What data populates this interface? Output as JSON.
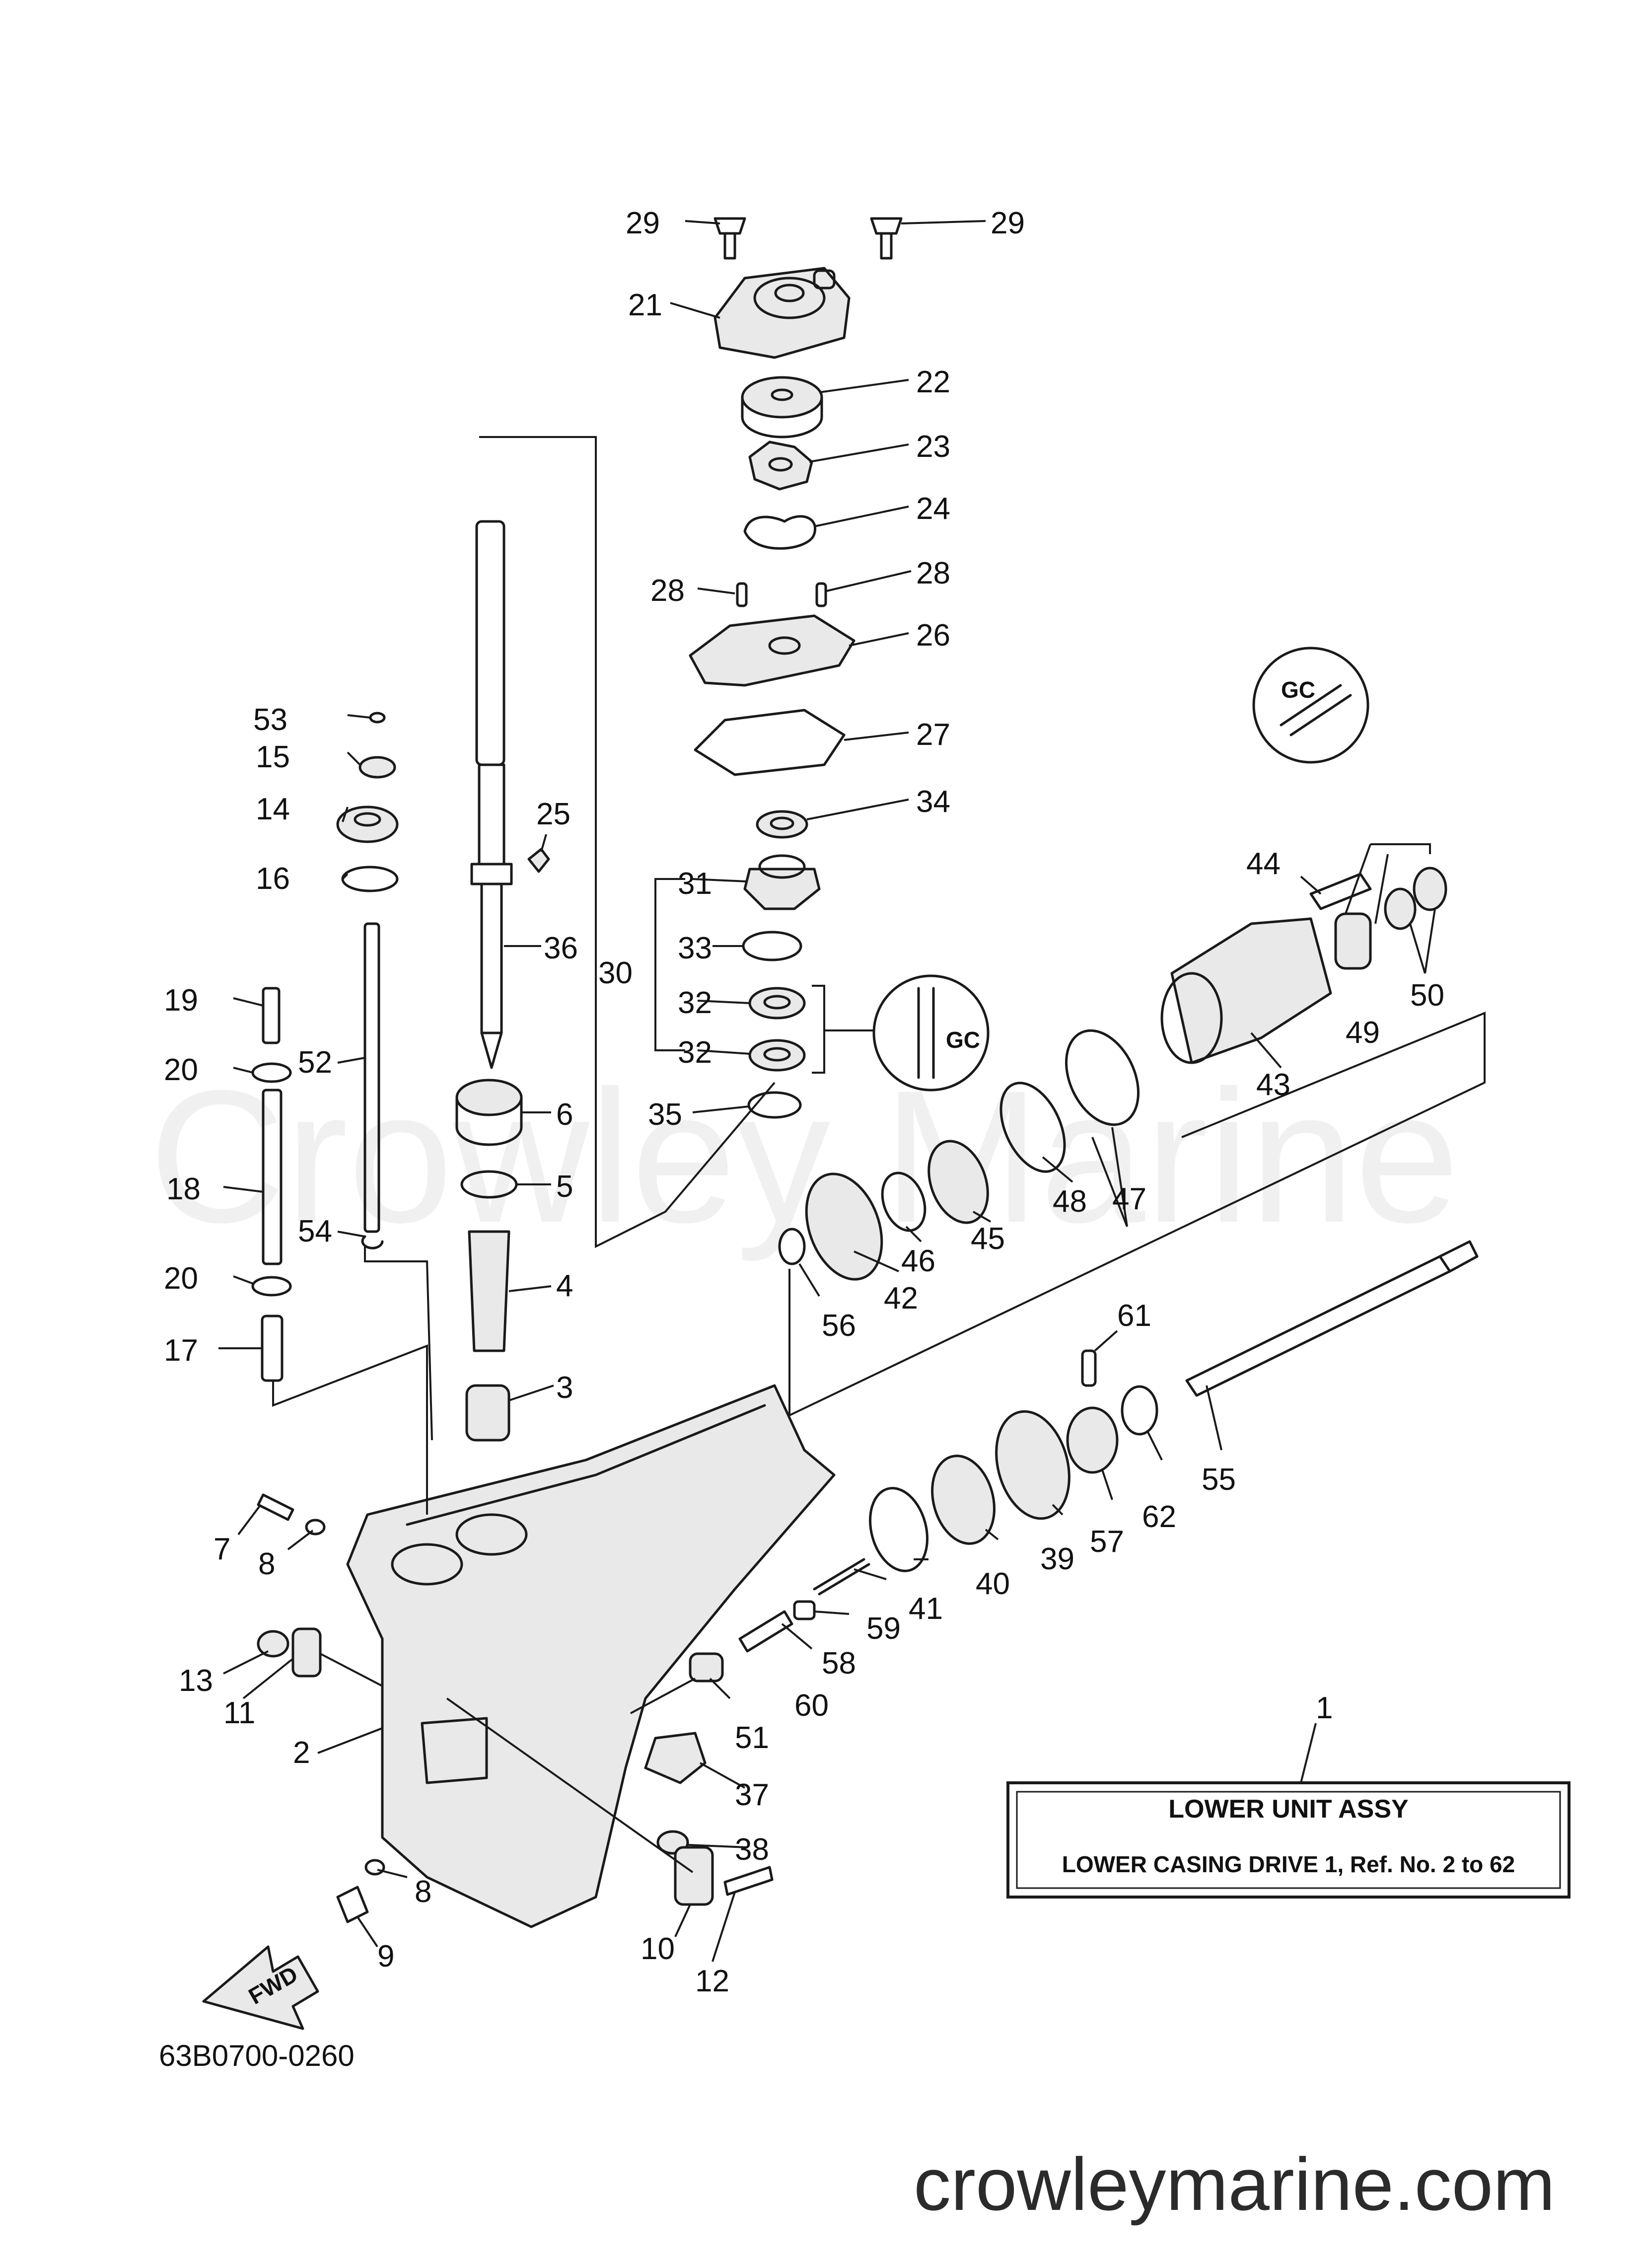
{
  "watermark": "Crowley Marine",
  "brand_url": "crowleymarine.com",
  "diagram_code": "63B0700-0260",
  "fwd_label": "FWD",
  "assy_box": {
    "ref": "1",
    "title": "LOWER  UNIT ASSY",
    "subtitle": "LOWER CASING DRIVE 1, Ref. No. 2 to 62"
  },
  "callouts": [
    {
      "id": "c29a",
      "label": "29"
    },
    {
      "id": "c29b",
      "label": "29"
    },
    {
      "id": "c21",
      "label": "21"
    },
    {
      "id": "c22",
      "label": "22"
    },
    {
      "id": "c23",
      "label": "23"
    },
    {
      "id": "c24",
      "label": "24"
    },
    {
      "id": "c28a",
      "label": "28"
    },
    {
      "id": "c28b",
      "label": "28"
    },
    {
      "id": "c26",
      "label": "26"
    },
    {
      "id": "c27",
      "label": "27"
    },
    {
      "id": "c34",
      "label": "34"
    },
    {
      "id": "c31",
      "label": "31"
    },
    {
      "id": "c33",
      "label": "33"
    },
    {
      "id": "c30",
      "label": "30"
    },
    {
      "id": "c32a",
      "label": "32"
    },
    {
      "id": "c32b",
      "label": "32"
    },
    {
      "id": "c35",
      "label": "35"
    },
    {
      "id": "c53",
      "label": "53"
    },
    {
      "id": "c15",
      "label": "15"
    },
    {
      "id": "c14",
      "label": "14"
    },
    {
      "id": "c25",
      "label": "25"
    },
    {
      "id": "c16",
      "label": "16"
    },
    {
      "id": "c36",
      "label": "36"
    },
    {
      "id": "c19",
      "label": "19"
    },
    {
      "id": "c52",
      "label": "52"
    },
    {
      "id": "c20a",
      "label": "20"
    },
    {
      "id": "c6",
      "label": "6"
    },
    {
      "id": "c5",
      "label": "5"
    },
    {
      "id": "c18",
      "label": "18"
    },
    {
      "id": "c54",
      "label": "54"
    },
    {
      "id": "c4",
      "label": "4"
    },
    {
      "id": "c20b",
      "label": "20"
    },
    {
      "id": "c17",
      "label": "17"
    },
    {
      "id": "c3",
      "label": "3"
    },
    {
      "id": "c44",
      "label": "44"
    },
    {
      "id": "c50",
      "label": "50"
    },
    {
      "id": "c49",
      "label": "49"
    },
    {
      "id": "c43",
      "label": "43"
    },
    {
      "id": "c47",
      "label": "47"
    },
    {
      "id": "c48",
      "label": "48"
    },
    {
      "id": "c45",
      "label": "45"
    },
    {
      "id": "c46",
      "label": "46"
    },
    {
      "id": "c42",
      "label": "42"
    },
    {
      "id": "c56",
      "label": "56"
    },
    {
      "id": "c61",
      "label": "61"
    },
    {
      "id": "c55",
      "label": "55"
    },
    {
      "id": "c62",
      "label": "62"
    },
    {
      "id": "c57",
      "label": "57"
    },
    {
      "id": "c39",
      "label": "39"
    },
    {
      "id": "c40",
      "label": "40"
    },
    {
      "id": "c41",
      "label": "41"
    },
    {
      "id": "c59",
      "label": "59"
    },
    {
      "id": "c58",
      "label": "58"
    },
    {
      "id": "c60",
      "label": "60"
    },
    {
      "id": "c51",
      "label": "51"
    },
    {
      "id": "c37",
      "label": "37"
    },
    {
      "id": "c38",
      "label": "38"
    },
    {
      "id": "c7",
      "label": "7"
    },
    {
      "id": "c8a",
      "label": "8"
    },
    {
      "id": "c13",
      "label": "13"
    },
    {
      "id": "c11",
      "label": "11"
    },
    {
      "id": "c2",
      "label": "2"
    },
    {
      "id": "c8b",
      "label": "8"
    },
    {
      "id": "c9",
      "label": "9"
    },
    {
      "id": "c10",
      "label": "10"
    },
    {
      "id": "c12",
      "label": "12"
    }
  ]
}
